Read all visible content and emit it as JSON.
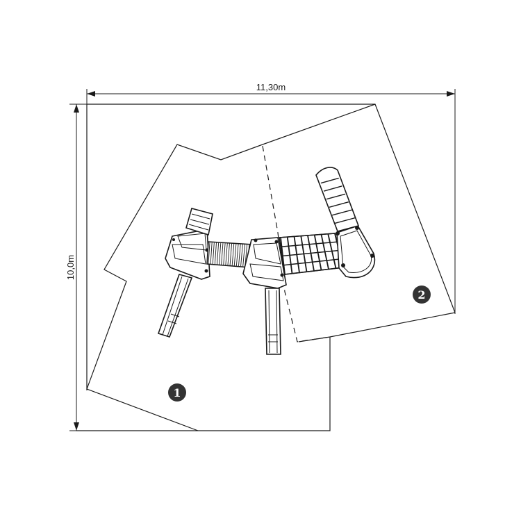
{
  "dimensions": {
    "width_label": "11,30m",
    "height_label": "10,0m"
  },
  "zones": [
    {
      "id": "zone-1",
      "label": "1"
    },
    {
      "id": "zone-2",
      "label": "2"
    }
  ],
  "colors": {
    "line": "#1a1a1a",
    "badge": "#333333",
    "background": "#ffffff"
  }
}
